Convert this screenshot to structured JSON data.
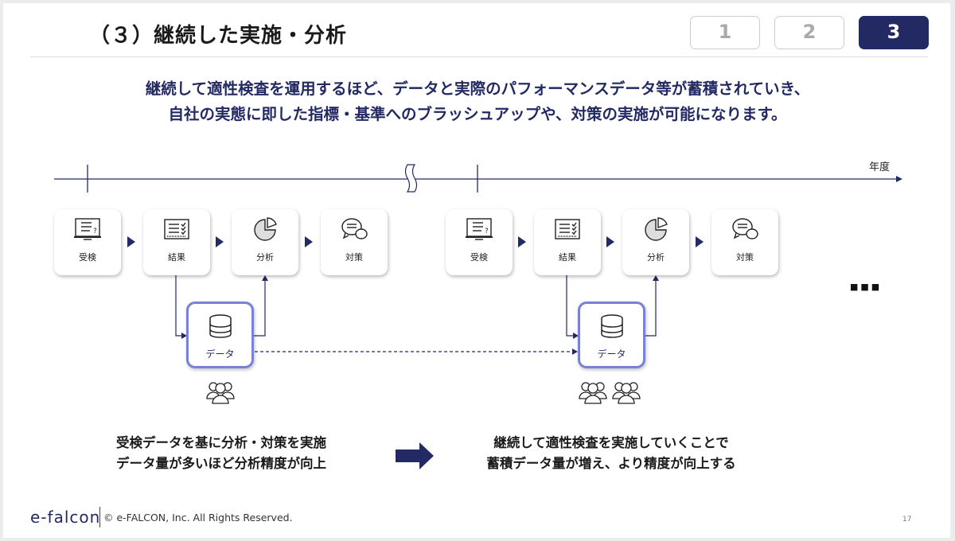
{
  "header": {
    "title": "（３）継続した実施・分析",
    "steps": [
      "1",
      "2",
      "3"
    ],
    "active_step": "3"
  },
  "lead": {
    "line1": "継続して適性検査を運用するほど、データと実際のパフォーマンスデータ等が蓄積されていき、",
    "line2": "自社の実態に即した指標・基準へのブラッシュアップや、対策の実施が可能になります。"
  },
  "timeline": {
    "axis_label": "年度"
  },
  "cycle": {
    "steps": [
      "受検",
      "結果",
      "分析",
      "対策"
    ],
    "data_label": "データ",
    "ellipsis": "■■■"
  },
  "bottom": {
    "left_line1": "受検データを基に分析・対策を実施",
    "left_line2": "データ量が多いほど分析精度が向上",
    "right_line1": "継続して適性検査を実施していくことで",
    "right_line2": "蓄積データ量が増え、より精度が向上する"
  },
  "footer": {
    "logo": "e-falcon",
    "copyright": "© e-FALCON, Inc. All Rights Reserved.",
    "page": "17"
  },
  "colors": {
    "navy": "#232a63",
    "data_border": "#7880d8"
  }
}
